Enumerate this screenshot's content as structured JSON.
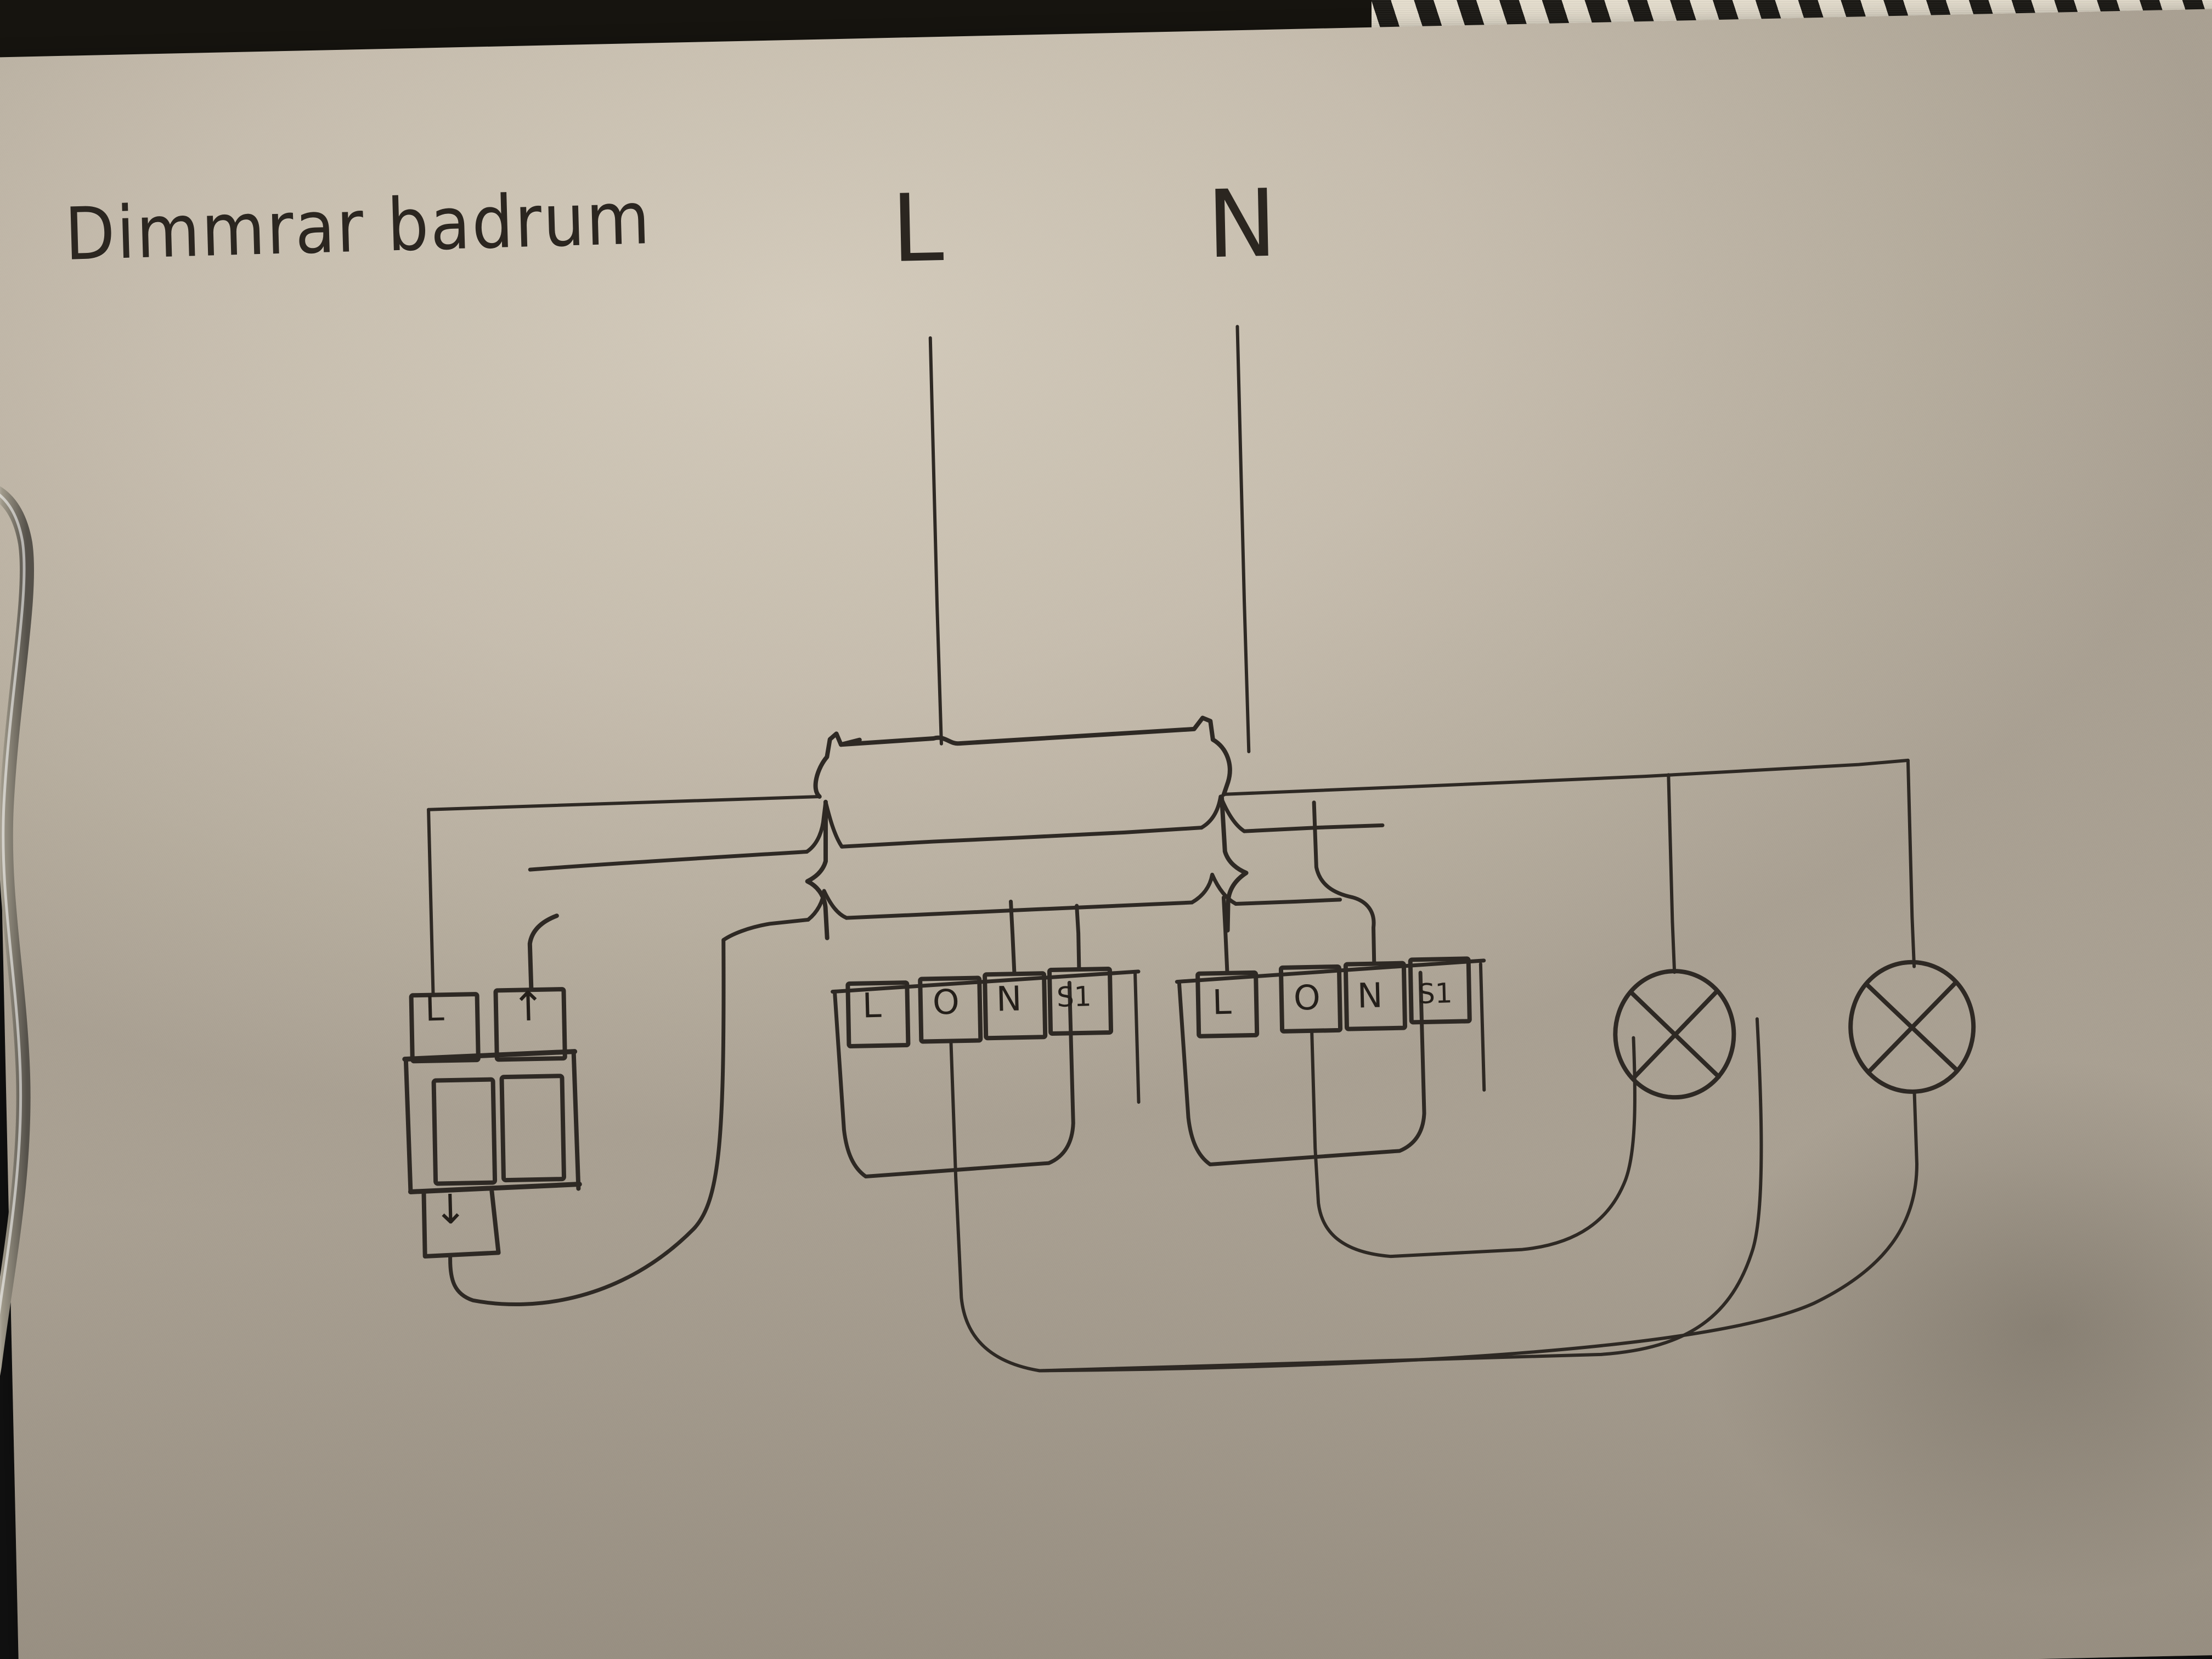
{
  "photo": {
    "background_fabric": "black-and-cream-diagonal-striped-cloth",
    "paper_color": "#c6bdae",
    "ink_color": "#2b2620",
    "accent_thread_color": "#b2352c",
    "clip": "metal-binder-clip"
  },
  "diagram": {
    "title": "Dimmrar badrum",
    "type": "hand-drawn-electrical-wiring-diagram",
    "supply": {
      "line_label": "L",
      "neutral_label": "N"
    },
    "devices": [
      {
        "id": "wall-switch",
        "kind": "double-push-button-switch",
        "terminals": [
          {
            "label": "L",
            "glyph": "L",
            "position": "top-left"
          },
          {
            "label": "arrow-up",
            "glyph": "↑",
            "position": "top-right"
          },
          {
            "label": "arrow-down",
            "glyph": "↓",
            "position": "bottom"
          }
        ],
        "buttons": 2
      },
      {
        "id": "dimmer-module-1",
        "kind": "dimmer",
        "terminals": [
          {
            "label": "L",
            "glyph": "L"
          },
          {
            "label": "O",
            "glyph": "O"
          },
          {
            "label": "N",
            "glyph": "N"
          },
          {
            "label": "S1",
            "glyph": "S1"
          }
        ]
      },
      {
        "id": "dimmer-module-2",
        "kind": "dimmer",
        "terminals": [
          {
            "label": "L",
            "glyph": "L"
          },
          {
            "label": "O",
            "glyph": "O"
          },
          {
            "label": "N",
            "glyph": "N"
          },
          {
            "label": "S1",
            "glyph": "S1"
          }
        ]
      },
      {
        "id": "lamp-1",
        "kind": "luminaire",
        "symbol": "circle-with-cross"
      },
      {
        "id": "lamp-2",
        "kind": "luminaire",
        "symbol": "circle-with-cross"
      }
    ],
    "buses": [
      {
        "name": "L-bus",
        "note": "horizontal line from left switch across to the right edge, fed from L"
      },
      {
        "name": "N-bus",
        "note": "second horizontal line fed from N, running to both dimmers and lamps"
      },
      {
        "name": "S1-bus",
        "note": "third horizontal line carrying the push-button signal to both S1 terminals"
      }
    ]
  }
}
